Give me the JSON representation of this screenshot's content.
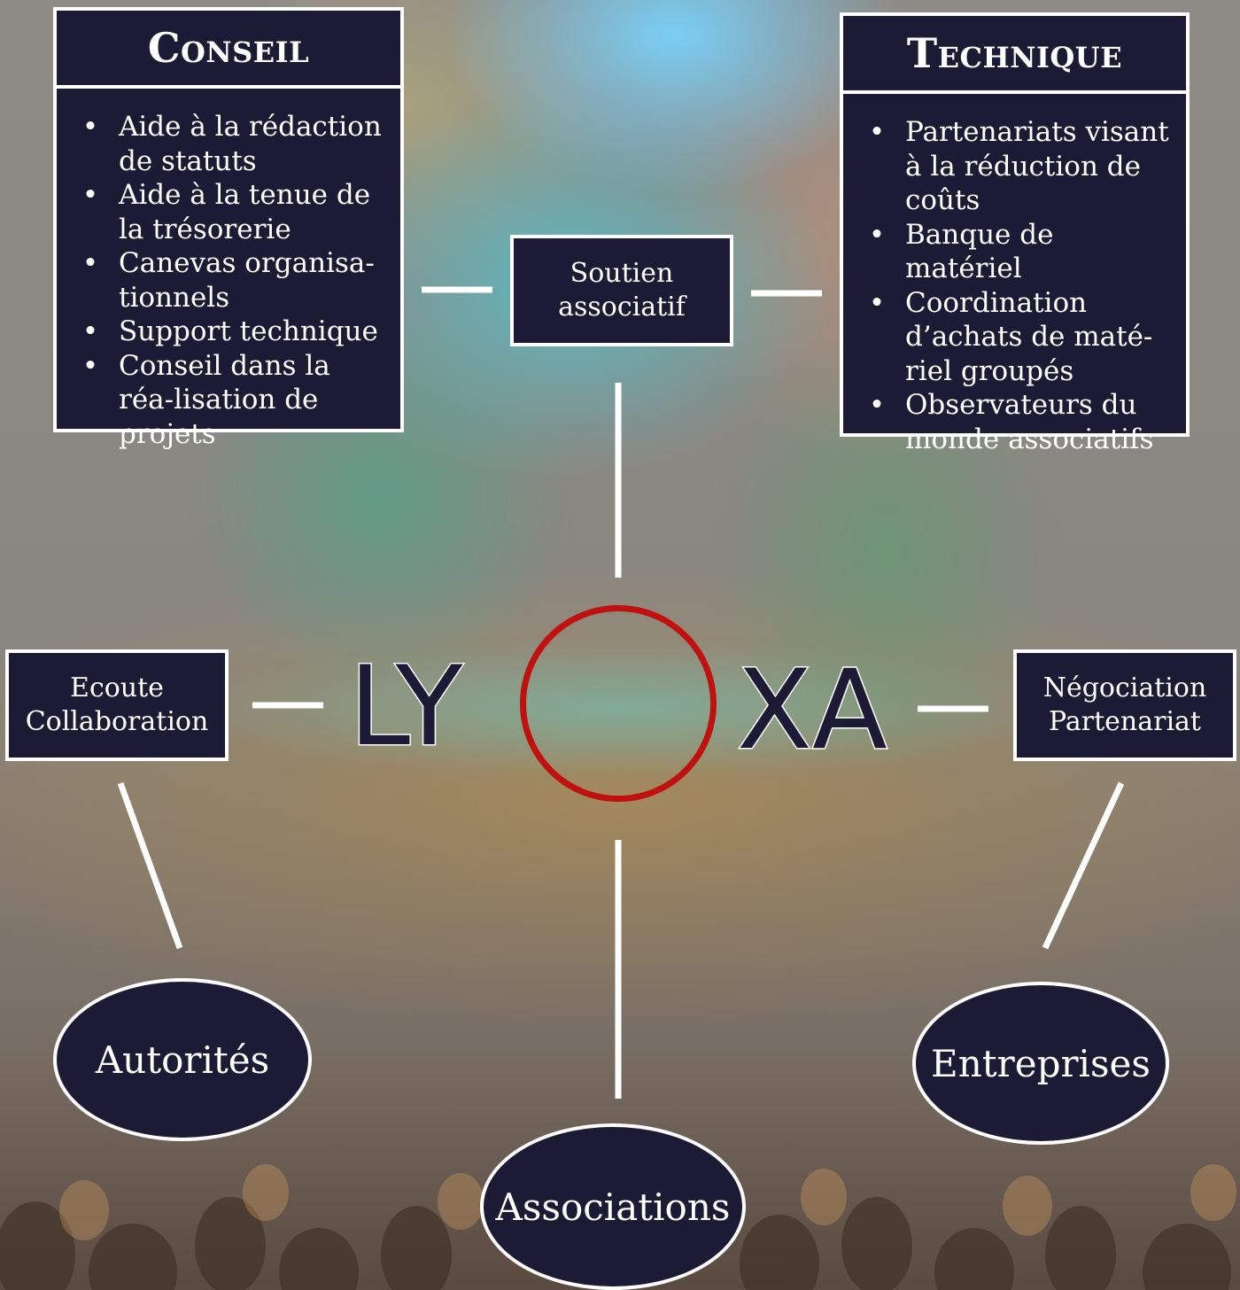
{
  "conseil": {
    "title": "Conseil",
    "items": [
      "Aide à la rédaction de statuts",
      "Aide à la tenue de la trésorerie",
      "Canevas organisa-tionnels",
      "Support technique",
      "Conseil dans la réa-lisation de projets"
    ]
  },
  "technique": {
    "title": "Technique",
    "items": [
      "Partenariats visant à la réduction de coûts",
      "Banque de matériel",
      "Coordination d’achats de maté-riel groupés",
      "Observateurs du monde associatifs"
    ]
  },
  "bullet": "•",
  "soutien": {
    "line1": "Soutien",
    "line2": "associatif"
  },
  "ecoute": {
    "line1": "Ecoute",
    "line2": "Collaboration"
  },
  "negociation": {
    "line1": "Négociation",
    "line2": "Partenariat"
  },
  "logo": {
    "left": "LY",
    "right": "XA"
  },
  "ovals": {
    "autorites": "Autorités",
    "associations": "Associations",
    "entreprises": "Entreprises"
  },
  "colors": {
    "panel": "#1d1a35",
    "border": "#ffffff",
    "ring": "#c01010"
  }
}
